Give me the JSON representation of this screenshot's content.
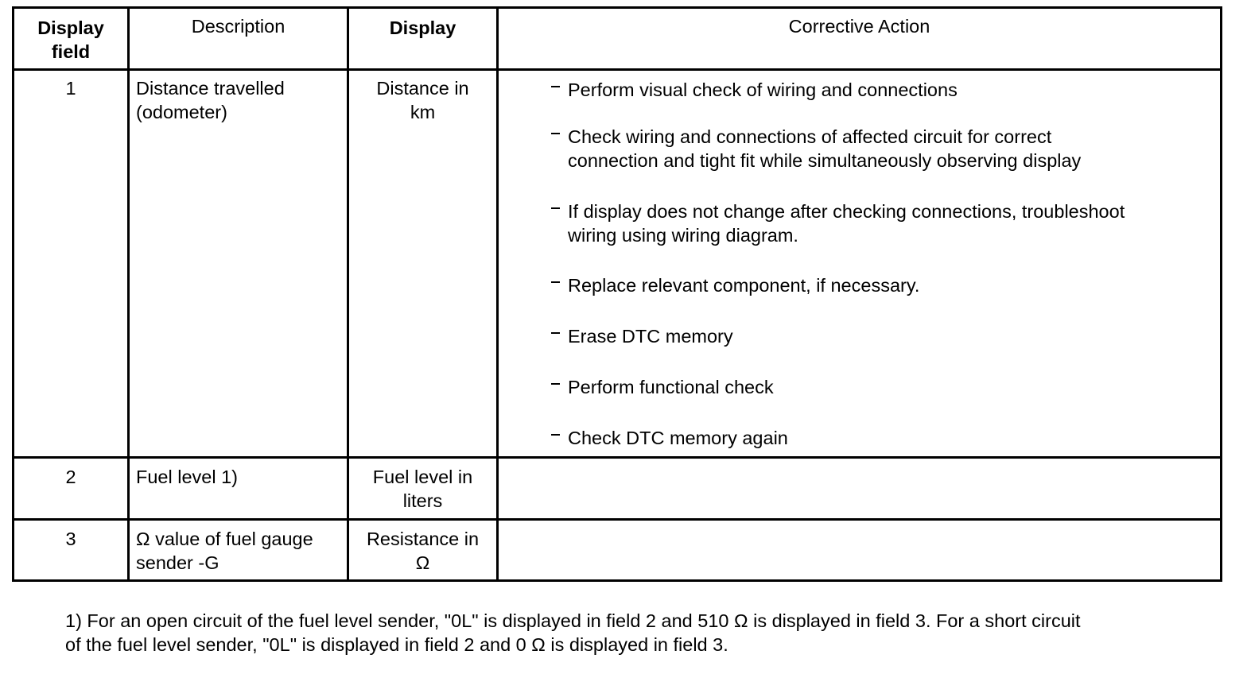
{
  "table": {
    "headers": [
      "Display field",
      "Description",
      "Display",
      "Corrective Action"
    ],
    "header_lines": [
      [
        "Display",
        "field"
      ],
      [
        "Description"
      ],
      [
        "Display"
      ],
      [
        "Corrective Action"
      ]
    ],
    "rows": [
      {
        "field": "1",
        "description": [
          "Distance travelled",
          "(odometer)"
        ],
        "display": [
          "Distance in",
          "km"
        ]
      },
      {
        "field": "2",
        "description": [
          "Fuel level 1)"
        ],
        "display": [
          "Fuel level in",
          "liters"
        ]
      },
      {
        "field": "3",
        "description": [
          "Ω value of fuel gauge",
          "sender -G"
        ],
        "display": [
          "Resistance in",
          "Ω"
        ]
      }
    ],
    "corrective_actions": [
      [
        "Perform visual check of wiring and connections"
      ],
      [
        "Check wiring and connections of affected circuit for correct",
        "connection and tight fit while simultaneously observing display"
      ],
      [
        "If display does not change after checking connections, troubleshoot",
        "wiring using wiring diagram."
      ],
      [
        "Replace relevant component, if necessary."
      ],
      [
        "Erase DTC memory"
      ],
      [
        "Perform functional check"
      ],
      [
        "Check DTC memory again"
      ]
    ]
  },
  "footnote": [
    "1) For an open circuit of the fuel level sender, \"0L\" is displayed in field 2 and 510 Ω is displayed in field 3. For a short circuit",
    "of the fuel level sender, \"0L\" is displayed in field 2 and 0 Ω is displayed in field 3."
  ]
}
